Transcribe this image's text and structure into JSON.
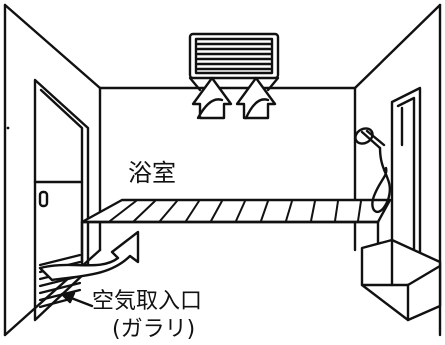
{
  "room_label": "浴室",
  "inlet_label": "空気取入口",
  "inlet_sublabel": "(ガラリ)",
  "colors": {
    "ink": "#111111",
    "paper": "#ffffff"
  }
}
